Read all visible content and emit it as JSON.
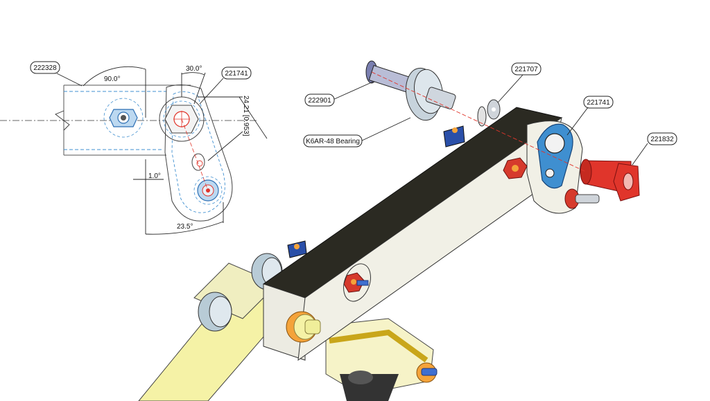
{
  "drawing": {
    "part_numbers": {
      "left_arm": "222328",
      "left_plate": "221741",
      "pin": "222901",
      "bearing": "K6AR-48 Bearing",
      "washer": "221707",
      "plate": "221741",
      "spacer": "221832"
    },
    "dimensions": {
      "angle_top": "90.0°",
      "angle_small": "30.0°",
      "length_vertical": "24.21 [0.953]",
      "offset": "1.0°",
      "angle_bottom": "23.5°"
    }
  },
  "colors": {
    "accent_blue": "#3f8fd0",
    "accent_red": "#e0352b",
    "arm_dark": "#2b2a22",
    "arm_light": "#f1f0e6",
    "yellow": "#f5f2a6",
    "orange": "#f4a33a"
  }
}
